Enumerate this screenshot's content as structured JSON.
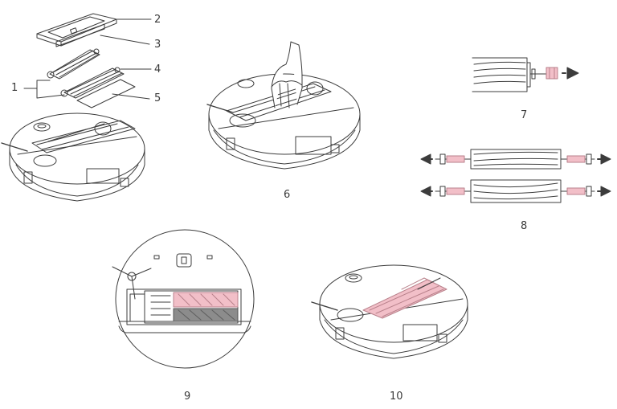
{
  "labels": {
    "part1": "1",
    "part2": "2",
    "part3": "3",
    "part4": "4",
    "part5": "5",
    "step6": "6",
    "step7": "7",
    "step8": "8",
    "step9": "9",
    "step10": "10"
  },
  "colors": {
    "line": "#3c3c3c",
    "highlight": "#f2bfc8",
    "highlight_stroke": "#b9828c",
    "gray_fill": "#8c8c8c",
    "arrow": "#3c3c3c"
  },
  "icons": [
    "hand-icon",
    "arrow-left-icon",
    "arrow-right-icon"
  ]
}
